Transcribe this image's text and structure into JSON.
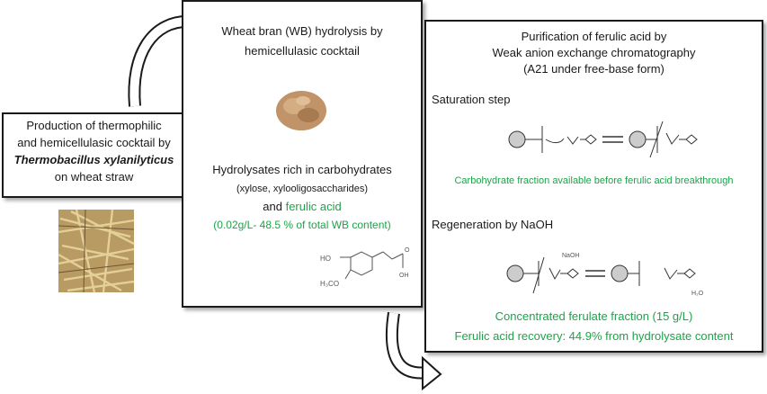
{
  "box1": {
    "line1": "Production of thermophilic",
    "line2": "and hemicellulasic cocktail by",
    "line3": "Thermobacillus xylanilyticus",
    "line4": "on wheat straw"
  },
  "box2": {
    "title1": "Wheat bran  (WB) hydrolysis by",
    "title2": "hemicellulasic cocktail",
    "hydro1": "Hydrolysates rich in carbohydrates",
    "hydro2": "(xylose, xylooligosaccharides)",
    "and": "and",
    "ferulic": "ferulic acid",
    "conc": "(0.02g/L- 48.5 % of total WB content)",
    "molecule": {
      "ho": "HO",
      "h3co": "H₃CO",
      "oh": "OH",
      "o": "O"
    }
  },
  "box3": {
    "title1": "Purification of ferulic acid by",
    "title2": "Weak anion exchange chromatography",
    "title3": "(A21 under free-base form)",
    "sat_step": "Saturation step",
    "sat_note": "Carbohydrate  fraction  available  before  ferulic acid  breakthrough",
    "regen": "Regeneration by NaOH",
    "naoh": "NaOH",
    "h2o": "H₂O",
    "conc_frac": "Concentrated ferulate fraction (15 g/L)",
    "recovery": "Ferulic acid recovery: 44.9% from hydrolysate content"
  },
  "colors": {
    "green": "#1ea34a",
    "border": "#1a1a1a"
  }
}
